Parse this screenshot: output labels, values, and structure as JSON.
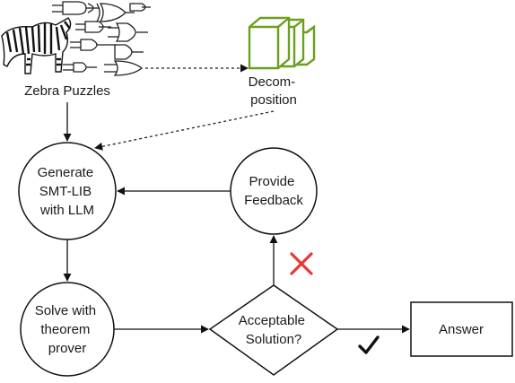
{
  "diagram": {
    "nodes": {
      "puzzles": {
        "label": "Zebra Puzzles",
        "image": "zebra-and-logic-gates-illustration"
      },
      "decomposition": {
        "lines": [
          "Decom-",
          "position"
        ],
        "icon": "stacked-cubes-icon",
        "icon_color": "#6aa01e"
      },
      "generate": {
        "lines": [
          "Generate",
          "SMT-LIB",
          "with LLM"
        ]
      },
      "feedback": {
        "lines": [
          "Provide",
          "Feedback"
        ]
      },
      "solve": {
        "lines": [
          "Solve with",
          "theorem",
          "prover"
        ]
      },
      "acceptable": {
        "lines": [
          "Acceptable",
          "Solution?"
        ]
      },
      "answer": {
        "label": "Answer"
      }
    },
    "markers": {
      "reject": {
        "symbol": "✕",
        "color": "#e53935",
        "meaning": "no"
      },
      "accept": {
        "symbol": "✔",
        "color": "#111111",
        "meaning": "yes"
      }
    },
    "colors": {
      "stroke": "#111111",
      "dashed_edge": "#222222"
    }
  }
}
